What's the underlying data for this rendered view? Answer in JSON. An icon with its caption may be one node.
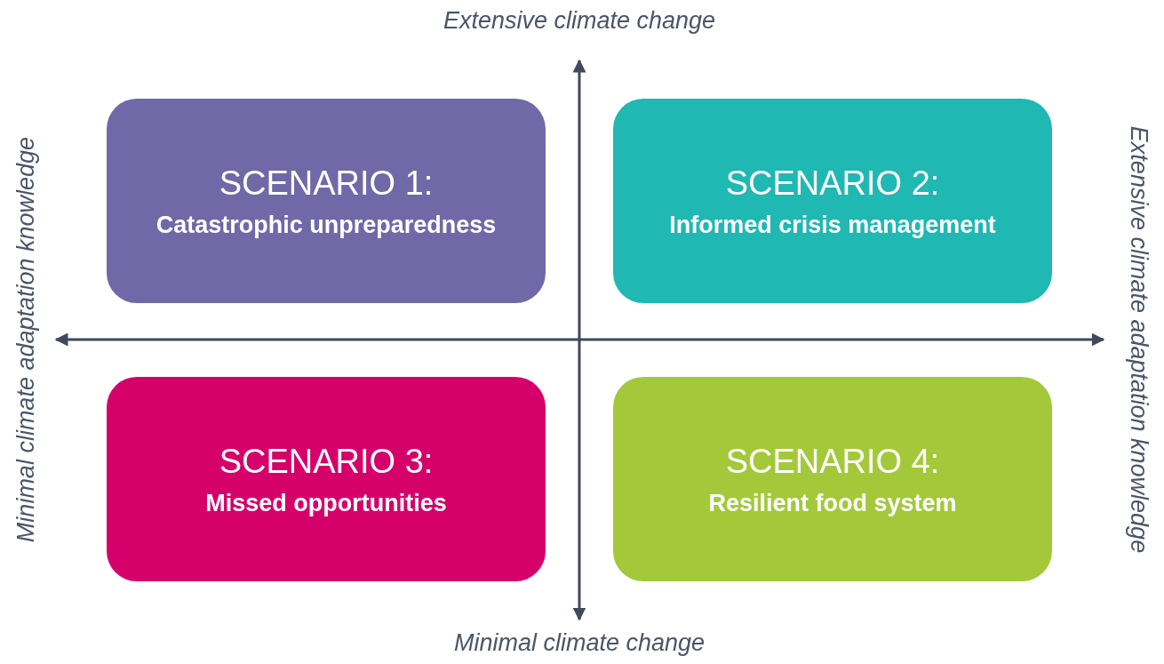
{
  "diagram": {
    "nodes": [
      {
        "text": [
          "SCENARIO 1:",
          "Catastrophic unpreparedness"
        ]
      },
      {
        "text": [
          "SCENARIO 2:",
          "Informed crisis management"
        ]
      },
      {
        "text": [
          "SCENARIO 3:",
          "Missed opportunities"
        ]
      },
      {
        "text": [
          "SCENARIO 4:",
          "Resilient food system"
        ]
      }
    ],
    "labels": [
      "Extensive climate change",
      "Minimal climate adaptation knowledge",
      "Extensive climate adaptation knowledge",
      "Minimal climate change"
    ]
  }
}
